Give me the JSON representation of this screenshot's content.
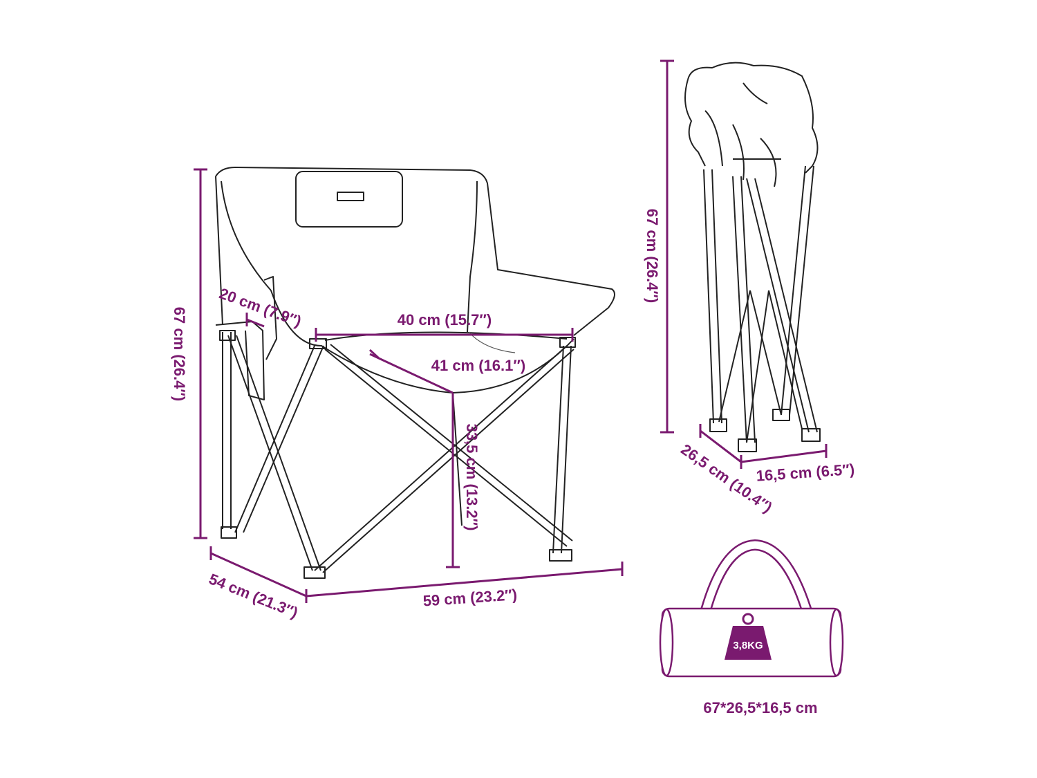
{
  "colors": {
    "accent": "#7a1a6f",
    "line": "#222222",
    "background": "#ffffff"
  },
  "dimensions": {
    "chair_height": "67 cm (26.4″)",
    "armrest_pocket": "20 cm (7.9″)",
    "seat_width": "40 cm (15.7″)",
    "seat_depth": "41 cm (16.1″)",
    "seat_height": "33,5 cm (13.2″)",
    "depth": "54 cm (21.3″)",
    "width": "59 cm (23.2″)",
    "folded_height": "67 cm (26.4″)",
    "folded_depth": "26,5 cm (10.4″)",
    "folded_width": "16,5 cm (6.5″)"
  },
  "bag": {
    "weight": "3,8KG",
    "size": "67*26,5*16,5 cm"
  },
  "icons": [
    "chair-drawing",
    "folded-chair-drawing",
    "carry-bag-icon",
    "weight-icon"
  ]
}
